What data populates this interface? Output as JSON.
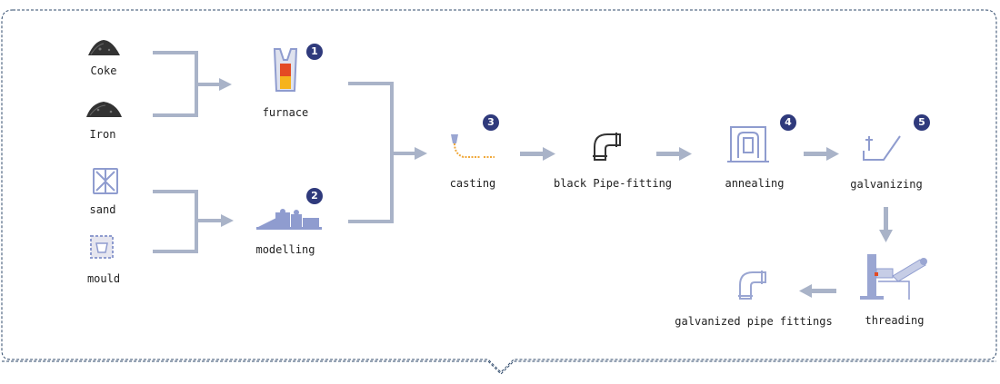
{
  "colors": {
    "connector": "#a9b3c8",
    "icon_accent": "#9aa6d2",
    "badge": "#2f3a7c",
    "frame": "#2f4a6b"
  },
  "inputs": {
    "coke": "Coke",
    "iron": "Iron",
    "sand": "sand",
    "mould": "mould"
  },
  "steps": {
    "furnace": {
      "label": "furnace",
      "badge": "1"
    },
    "modelling": {
      "label": "modelling",
      "badge": "2"
    },
    "casting": {
      "label": "casting",
      "badge": "3"
    },
    "black_pipe_fitting": {
      "label": "black Pipe-fitting"
    },
    "annealing": {
      "label": "annealing",
      "badge": "4"
    },
    "galvanizing": {
      "label": "galvanizing",
      "badge": "5"
    },
    "threading": {
      "label": "threading"
    },
    "galvanized_pipe_fittings": {
      "label": "galvanized pipe fittings"
    }
  },
  "icons": [
    "coke-pile-icon",
    "iron-pile-icon",
    "sand-icon",
    "mould-icon",
    "furnace-icon",
    "modelling-machine-icon",
    "casting-icon",
    "black-elbow-icon",
    "annealing-furnace-icon",
    "galvanizing-tank-icon",
    "threading-machine-icon",
    "galvanized-elbow-icon"
  ]
}
